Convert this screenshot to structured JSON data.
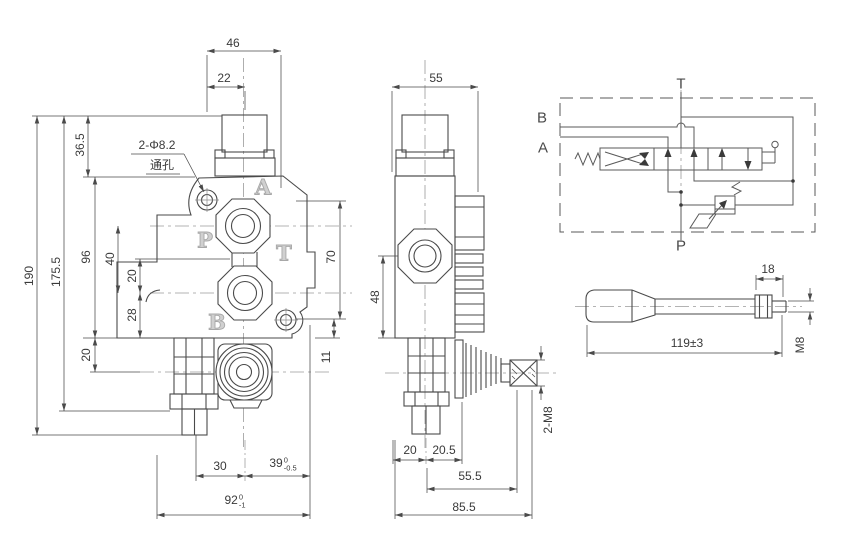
{
  "front_view": {
    "port_labels": {
      "a": "A",
      "p": "P",
      "t": "T",
      "b": "B"
    },
    "hole_callout": {
      "line1": "2-Φ8.2",
      "line2": "通孔"
    },
    "dims": {
      "d46": "46",
      "d22": "22",
      "d36_5": "36.5",
      "d190": "190",
      "d175_5": "175.5",
      "d96": "96",
      "d40": "40",
      "d20_mid": "20",
      "d28": "28",
      "d20_bottom": "20",
      "d70": "70",
      "d11": "11",
      "d30": "30",
      "d39": {
        "base": "39",
        "tol_upper": "0",
        "tol_lower": "-0.5"
      },
      "d92": {
        "base": "92",
        "tol_upper": "0",
        "tol_lower": "-1"
      }
    }
  },
  "side_view": {
    "dims": {
      "d55": "55",
      "d48": "48",
      "d20": "20",
      "d20_5": "20.5",
      "d55_5": "55.5",
      "d85_5": "85.5",
      "thread_callout": "2-M8"
    }
  },
  "schematic": {
    "port_labels": {
      "t": "T",
      "b": "B",
      "a": "A",
      "p": "P"
    }
  },
  "handle": {
    "dims": {
      "nut_width": "18",
      "length": "119±3",
      "thread": "M8"
    }
  },
  "colors": {
    "line": "#4a4a4a",
    "centerline": "#9a9a9a",
    "port_letter": "#b0b0b0"
  }
}
